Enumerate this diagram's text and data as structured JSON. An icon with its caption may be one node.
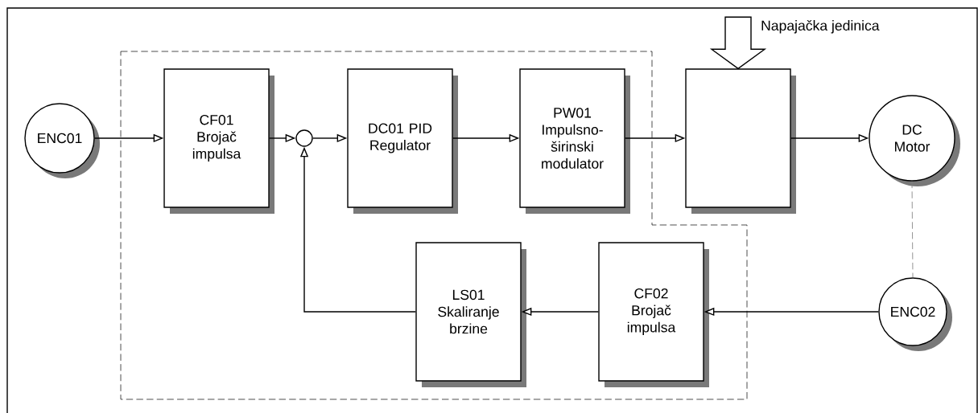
{
  "diagram": {
    "nodes": [
      {
        "text": [
          "ENC01"
        ]
      },
      {
        "text": [
          "CF01 Brojač impulsa"
        ]
      },
      {
        "text": [],
        "shape": "circle"
      },
      {
        "text": [
          "DC01 PID Regulator"
        ]
      },
      {
        "text": [
          "PW01 Impulsno-širinski modulator"
        ]
      },
      {
        "text": [],
        "shape": "box"
      },
      {
        "text": [
          "DC Motor"
        ]
      },
      {
        "text": [
          "ENC02"
        ]
      },
      {
        "text": [
          "CF02 Brojač impulsa"
        ]
      },
      {
        "text": [
          "LS01 Skaliranje brzine"
        ]
      }
    ],
    "edges": [
      {
        "from": 0,
        "to": 1,
        "arrow": "to"
      },
      {
        "from": 1,
        "to": 2,
        "arrow": "to"
      },
      {
        "from": 2,
        "to": 3,
        "arrow": "to"
      },
      {
        "from": 3,
        "to": 4,
        "arrow": "to"
      },
      {
        "from": 4,
        "to": 5,
        "arrow": "to"
      },
      {
        "from": 5,
        "to": 6,
        "arrow": "to"
      },
      {
        "from": 6,
        "to": 7,
        "arrow": "none",
        "style": "dashed",
        "color": "#808080"
      },
      {
        "from": 7,
        "to": 8,
        "arrow": "to"
      },
      {
        "from": 8,
        "to": 9,
        "arrow": "to"
      },
      {
        "from": 9,
        "to": 2,
        "arrow": "to"
      },
      {
        "from": null,
        "to": 5,
        "arrow": "to",
        "style": "thick",
        "label": "Napajačka jedinica"
      }
    ]
  }
}
